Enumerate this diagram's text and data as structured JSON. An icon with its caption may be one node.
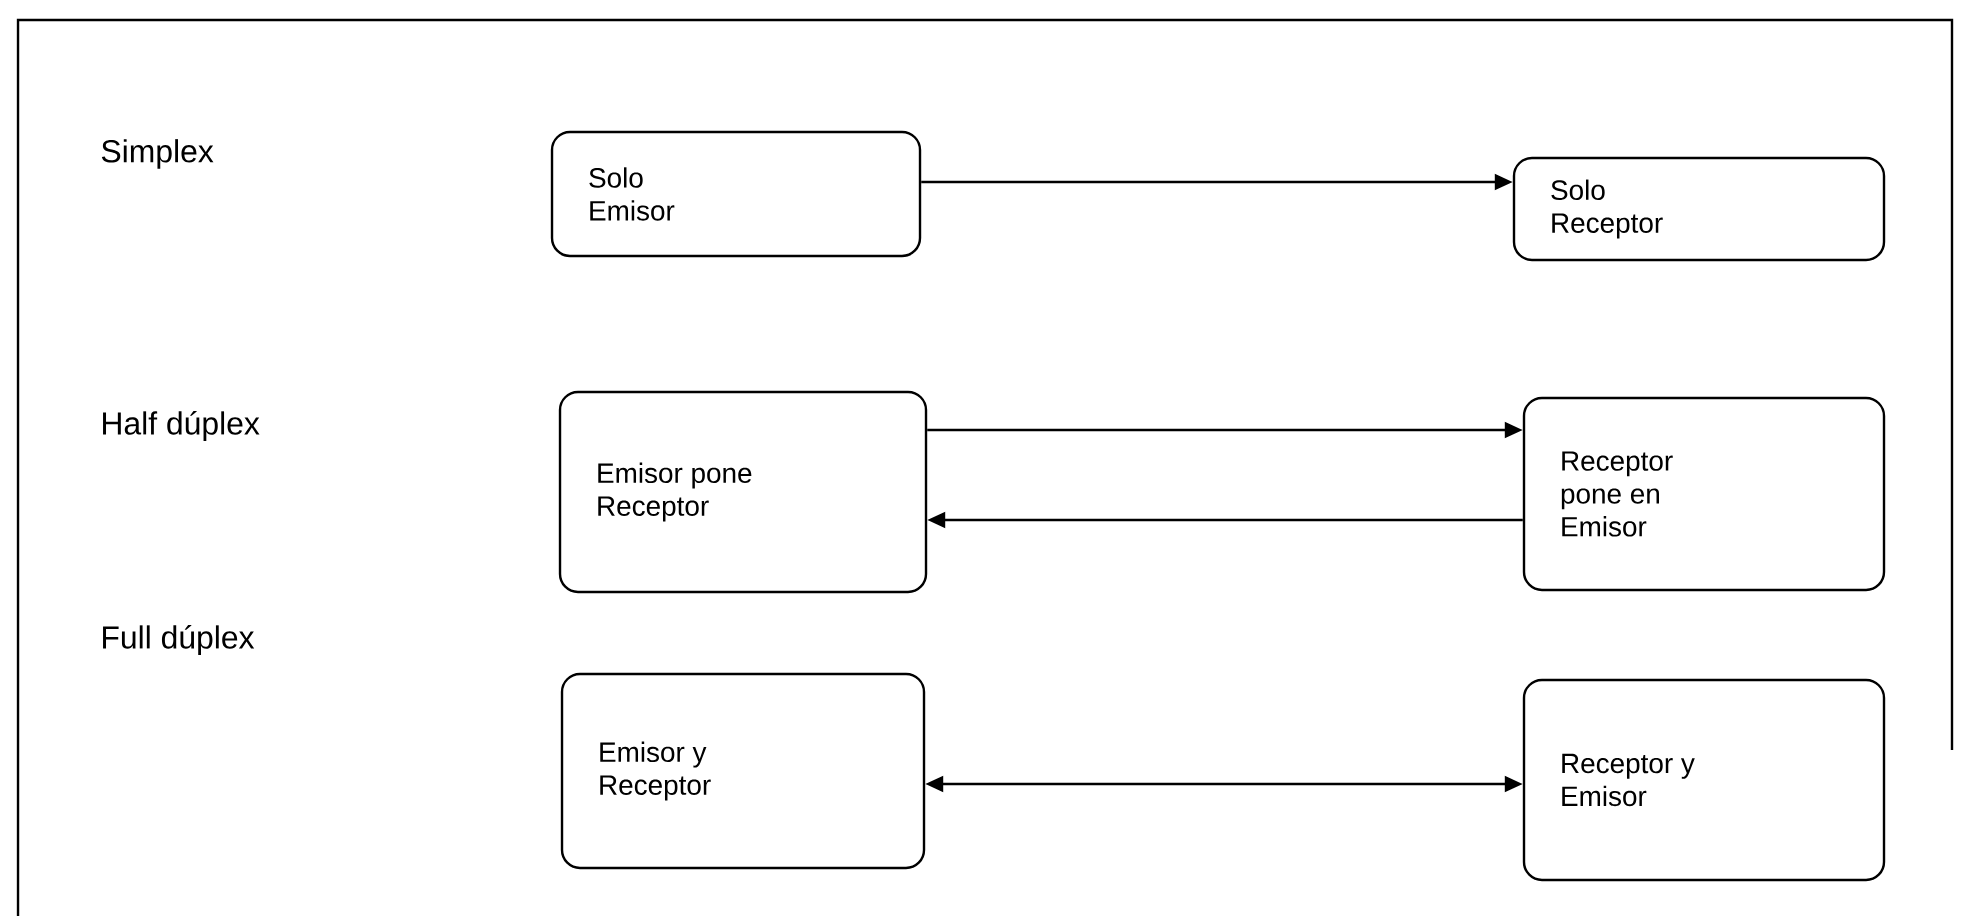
{
  "diagram": {
    "nodes": [
      {
        "text": [
          "Solo Emisor"
        ]
      },
      {
        "text": [
          "Solo Receptor"
        ]
      },
      {
        "text": [
          "Emisor pone Receptor"
        ]
      },
      {
        "text": [
          "Receptor pone en Emisor"
        ]
      },
      {
        "text": [
          "Emisor y Receptor"
        ]
      },
      {
        "text": [
          "Receptor y Emisor"
        ]
      }
    ],
    "edges": [
      {
        "from": 0,
        "to": 1,
        "arrow": "to"
      },
      {
        "from": 2,
        "to": 3,
        "arrow": "to"
      },
      {
        "from": 3,
        "to": 2,
        "arrow": "to"
      },
      {
        "from": 4,
        "to": 5,
        "arrow": "both"
      }
    ],
    "labels": [
      "Simplex",
      "Half dúplex",
      "Full dúplex"
    ]
  }
}
